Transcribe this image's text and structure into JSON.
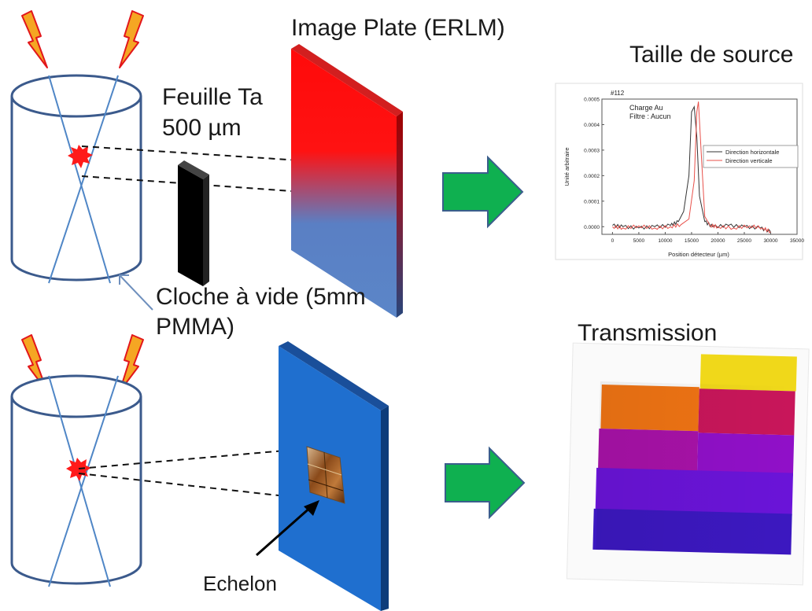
{
  "labels": {
    "image_plate": "Image Plate (ERLM)",
    "feuille_line1": "Feuille Ta",
    "feuille_line2": "500 µm",
    "cloche_line1": "Cloche à vide (5mm",
    "cloche_line2": "PMMA)",
    "taille_source": "Taille de source",
    "transmission": "Transmission",
    "echelon": "Echelon"
  },
  "inset_plot": {
    "shot_label": "#112",
    "annotation_line1": "Charge Au",
    "annotation_line2": "Filtre : Aucun",
    "xlabel": "Position détecteur (µm)",
    "ylabel": "Unité arbitraire",
    "y_ticks": [
      "0.0005",
      "0.0004",
      "0.0003",
      "0.0002",
      "0.0001",
      "0.0000"
    ],
    "x_ticks": [
      "0",
      "5000",
      "10000",
      "15000",
      "20000",
      "25000",
      "30000",
      "35000"
    ],
    "legend": [
      {
        "name": "Direction horizontale",
        "color": "#333333"
      },
      {
        "name": "Direction verticale",
        "color": "#e8504a"
      }
    ]
  },
  "chart_data": {
    "type": "line",
    "title": "#112",
    "xlabel": "Position détecteur (µm)",
    "ylabel": "Unité arbitraire",
    "xlim": [
      -2000,
      35000
    ],
    "ylim": [
      -3e-05,
      0.0005
    ],
    "series": [
      {
        "name": "Direction horizontale",
        "x": [
          0,
          2000,
          5000,
          8000,
          11000,
          12500,
          13500,
          14500,
          15000,
          15500,
          16000,
          16500,
          17500,
          19000,
          22000,
          25000,
          28000,
          30000
        ],
        "y": [
          5e-06,
          0.0,
          -5e-06,
          0.0,
          5e-06,
          2e-05,
          6e-05,
          0.0002,
          0.00045,
          0.00047,
          0.00035,
          0.00012,
          2e-05,
          0.0,
          5e-06,
          0.0,
          -5e-06,
          -2e-05
        ]
      },
      {
        "name": "Direction verticale",
        "x": [
          0,
          2000,
          5000,
          8000,
          11000,
          13000,
          14500,
          15500,
          16000,
          16300,
          16800,
          17500,
          18500,
          20000,
          23000,
          26000,
          28500,
          30000
        ],
        "y": [
          0.0,
          -5e-06,
          3e-06,
          -5e-06,
          0.0,
          8e-06,
          3e-05,
          0.00018,
          0.00045,
          0.00049,
          0.0003,
          4e-05,
          5e-06,
          0.0,
          -5e-06,
          3e-06,
          -5e-06,
          -2e-05
        ]
      }
    ]
  },
  "transmission_blocks": [
    {
      "level": "top-right",
      "color": "#f0d81a"
    },
    {
      "level": "row1-left",
      "color": "#f07414"
    },
    {
      "level": "row1-right",
      "color": "#c8165a"
    },
    {
      "level": "row2-left",
      "color": "#a812a8"
    },
    {
      "level": "row2-right",
      "color": "#9010c8"
    },
    {
      "level": "row3",
      "color": "#6a14d8"
    },
    {
      "level": "row4",
      "color": "#3c18c0"
    }
  ],
  "colors": {
    "arrow_green": "#0fb050",
    "arrow_outline": "#3b5e8c",
    "plate_blue": "#1f6fcf",
    "outline_blue": "#3b5a8c",
    "burst_red": "#ff1a1a",
    "lightning_fill": "#f5a623"
  }
}
